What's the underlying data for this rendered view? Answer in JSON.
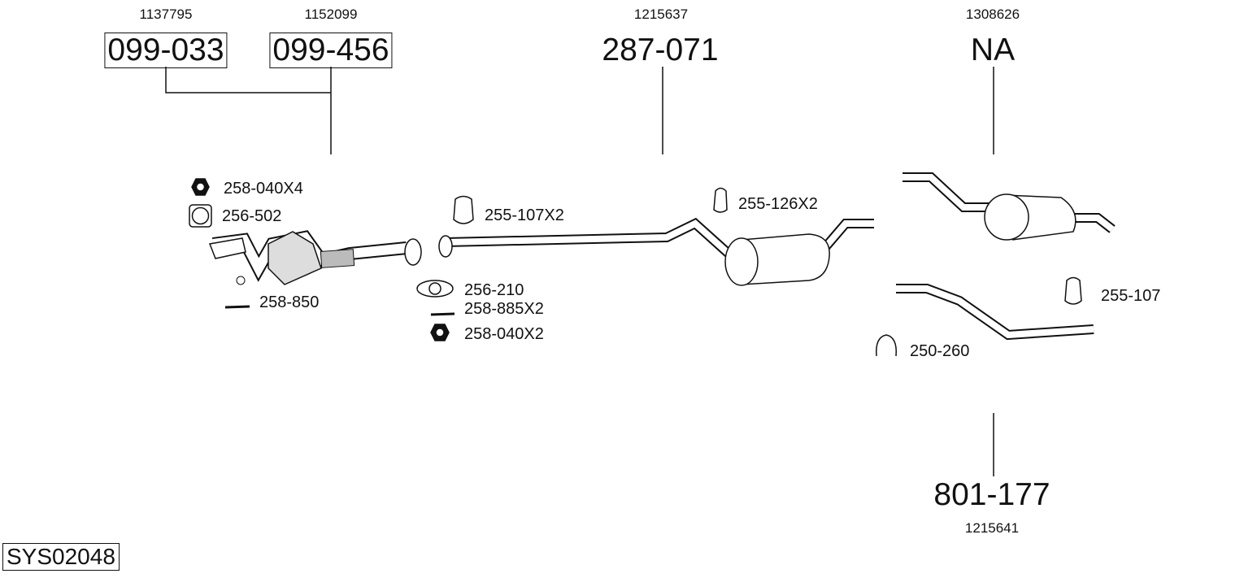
{
  "parts": [
    {
      "code": "099-033",
      "oe": "1137795",
      "boxed": true
    },
    {
      "code": "099-456",
      "oe": "1152099",
      "boxed": true
    },
    {
      "code": "287-071",
      "oe": "1215637",
      "boxed": false
    },
    {
      "code": "NA",
      "oe": "1308626",
      "boxed": false
    },
    {
      "code": "801-177",
      "oe": "1215641",
      "boxed": false
    }
  ],
  "hardware": [
    {
      "code": "258-040X4",
      "icon": "nut-icon"
    },
    {
      "code": "256-502",
      "icon": "gasket-icon"
    },
    {
      "code": "258-850",
      "icon": "bolt-icon"
    },
    {
      "code": "255-107X2",
      "icon": "rubber-hanger-icon"
    },
    {
      "code": "256-210",
      "icon": "gasket-icon"
    },
    {
      "code": "258-885X2",
      "icon": "bolt-icon"
    },
    {
      "code": "258-040X2",
      "icon": "nut-icon"
    },
    {
      "code": "255-126X2",
      "icon": "rubber-hanger-icon"
    },
    {
      "code": "255-107",
      "icon": "rubber-hanger-icon"
    },
    {
      "code": "250-260",
      "icon": "clamp-icon"
    }
  ],
  "system_id": "SYS02048"
}
